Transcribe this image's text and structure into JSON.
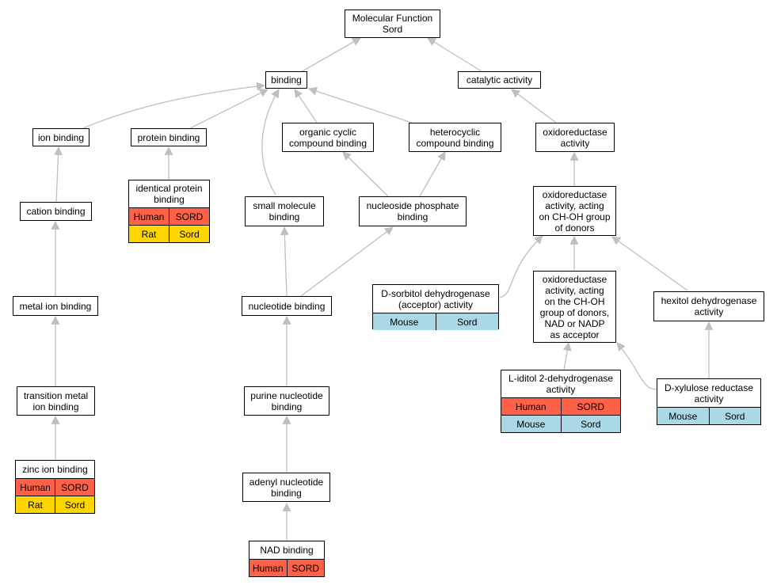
{
  "colors": {
    "human": "#fe6048",
    "rat": "#fed500",
    "mouse": "#abd8e5",
    "edge": "#bfbfbf"
  },
  "nodes": {
    "root": "Molecular Function\nSord",
    "binding": "binding",
    "catalytic": "catalytic activity",
    "ion_binding": "ion binding",
    "protein_binding": "protein binding",
    "organic_cyclic": "organic cyclic\ncompound binding",
    "heterocyclic": "heterocyclic\ncompound binding",
    "oxidoreductase": "oxidoreductase\nactivity",
    "identical_protein": {
      "title": "identical protein\nbinding",
      "rows": [
        [
          "Human",
          "SORD"
        ],
        [
          "Rat",
          "Sord"
        ]
      ]
    },
    "cation_binding": "cation binding",
    "small_molecule": "small molecule\nbinding",
    "nucleoside_phosphate": "nucleoside phosphate\nbinding",
    "oxido_choh": "oxidoreductase\nactivity, acting\non CH-OH group\nof donors",
    "metal_ion": "metal ion binding",
    "nucleotide_binding": "nucleotide binding",
    "sorbitol_dh": {
      "title": "D-sorbitol dehydrogenase\n(acceptor) activity",
      "rows": [
        [
          "Mouse",
          "Sord"
        ]
      ]
    },
    "oxido_nad": "oxidoreductase\nactivity, acting\non the CH-OH\ngroup of donors,\nNAD or NADP\nas acceptor",
    "hexitol_dh": "hexitol dehydrogenase\nactivity",
    "transition_metal": "transition metal\nion binding",
    "purine_nucleotide": "purine nucleotide\nbinding",
    "iditol_dh": {
      "title": "L-iditol 2-dehydrogenase\nactivity",
      "rows": [
        [
          "Human",
          "SORD"
        ],
        [
          "Mouse",
          "Sord"
        ]
      ]
    },
    "xylulose_reductase": {
      "title": "D-xylulose reductase\nactivity",
      "rows": [
        [
          "Mouse",
          "Sord"
        ]
      ]
    },
    "zinc_ion": {
      "title": "zinc ion binding",
      "rows": [
        [
          "Human",
          "SORD"
        ],
        [
          "Rat",
          "Sord"
        ]
      ]
    },
    "adenyl_nucleotide": "adenyl nucleotide\nbinding",
    "nad_binding": {
      "title": "NAD binding",
      "rows": [
        [
          "Human",
          "SORD"
        ]
      ]
    }
  }
}
